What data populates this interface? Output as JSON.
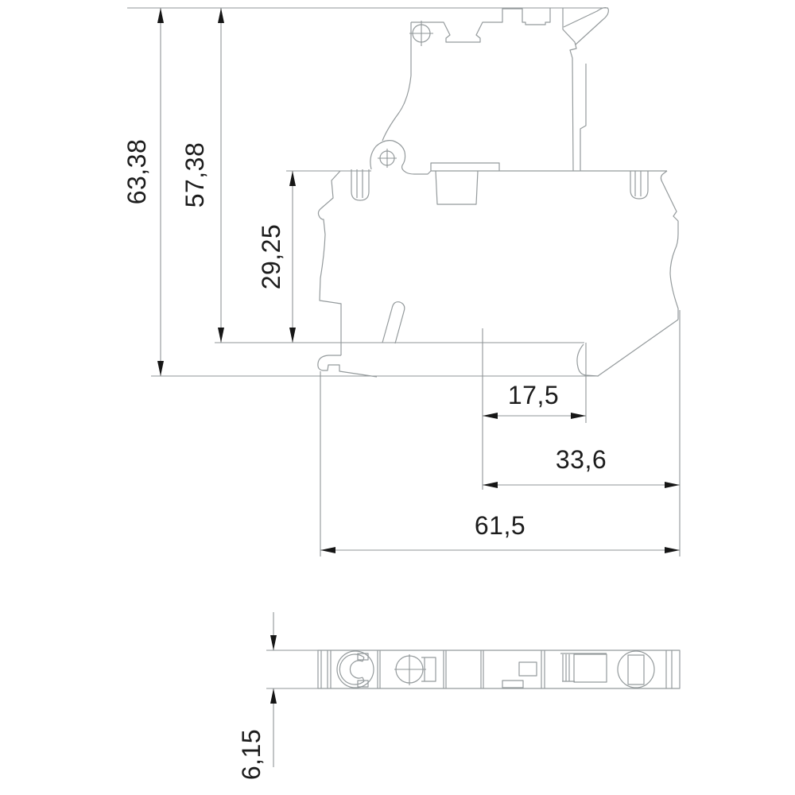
{
  "drawing": {
    "kind": "technical dimension drawing",
    "views": [
      {
        "id": "side-view",
        "description": "side profile of DIN-rail mounted terminal block with hinged fuse holder"
      },
      {
        "id": "bottom-view",
        "description": "narrow bottom strip view of terminal block"
      }
    ]
  },
  "dims": {
    "overall_height": "63,38",
    "upper_height": "57,38",
    "body_height": "29,25",
    "foot_width": "17,5",
    "mid_width": "33,6",
    "overall_width": "61,5",
    "strip_thickness": "6,15"
  },
  "colors": {
    "background": "#ffffff",
    "outline": "#949a9c",
    "dimension_line": "#8f9597",
    "arrow": "#161616",
    "text": "#1c1c1c"
  }
}
